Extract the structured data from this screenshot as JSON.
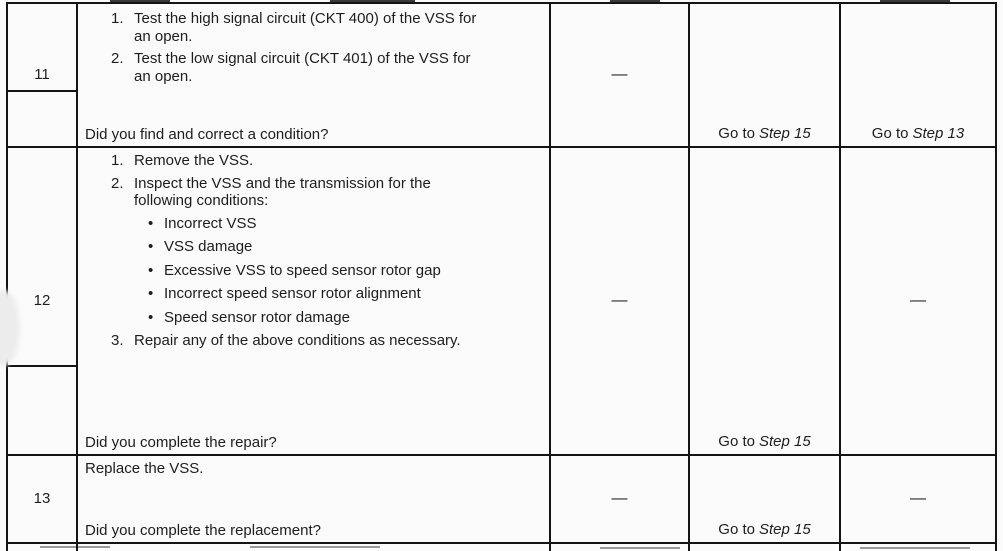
{
  "colors": {
    "ink": "#1d1d1d",
    "paper": "#fbfbfb",
    "line": "#141414"
  },
  "rows": [
    {
      "step": "11",
      "items": [
        {
          "marker": "1.",
          "lines": [
            "Test the high signal circuit (CKT 400) of the VSS for",
            "an open."
          ]
        },
        {
          "marker": "2.",
          "lines": [
            "Test the low signal circuit (CKT 401) of the VSS for",
            "an open."
          ]
        }
      ],
      "question": "Did you find and correct a condition?",
      "value": "—",
      "yes": {
        "prefix": "Go to",
        "step_ref": "Step 15"
      },
      "no": {
        "prefix": "Go to",
        "step_ref": "Step 13"
      }
    },
    {
      "step": "12",
      "items": [
        {
          "marker": "1.",
          "lines": [
            "Remove the VSS."
          ]
        },
        {
          "marker": "2.",
          "lines": [
            "Inspect the VSS and the transmission for the",
            "following conditions:"
          ]
        },
        {
          "marker": "•",
          "lines": [
            "Incorrect VSS"
          ]
        },
        {
          "marker": "•",
          "lines": [
            "VSS damage"
          ]
        },
        {
          "marker": "•",
          "lines": [
            "Excessive VSS to speed sensor rotor gap"
          ]
        },
        {
          "marker": "•",
          "lines": [
            "Incorrect speed sensor rotor alignment"
          ]
        },
        {
          "marker": "•",
          "lines": [
            "Speed sensor rotor damage"
          ]
        },
        {
          "marker": "3.",
          "lines": [
            "Repair any of the above conditions as necessary."
          ]
        }
      ],
      "question": "Did you complete the repair?",
      "value": "—",
      "yes": {
        "prefix": "Go to",
        "step_ref": "Step 15"
      },
      "no_dash": "—"
    },
    {
      "step": "13",
      "action_text": "Replace the VSS.",
      "question": "Did you complete the replacement?",
      "value": "—",
      "yes": {
        "prefix": "Go to",
        "step_ref": "Step 15"
      },
      "no_dash": "—"
    }
  ]
}
